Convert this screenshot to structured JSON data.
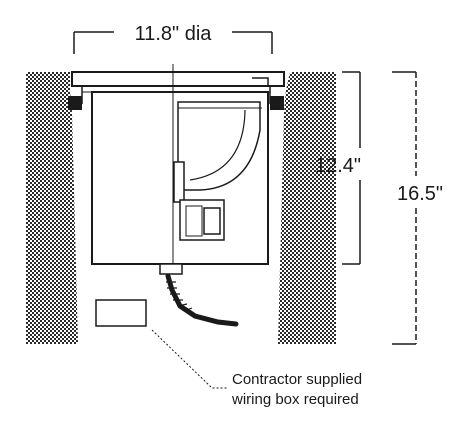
{
  "dimensions": {
    "diameter": "11.8\" dia",
    "fixture_height": "12.4\"",
    "overall_depth": "16.5\""
  },
  "note": {
    "line1": "Contractor supplied",
    "line2": "wiring box required"
  },
  "colors": {
    "line": "#1a1a1a",
    "soil": "#333333",
    "background": "#ffffff"
  }
}
